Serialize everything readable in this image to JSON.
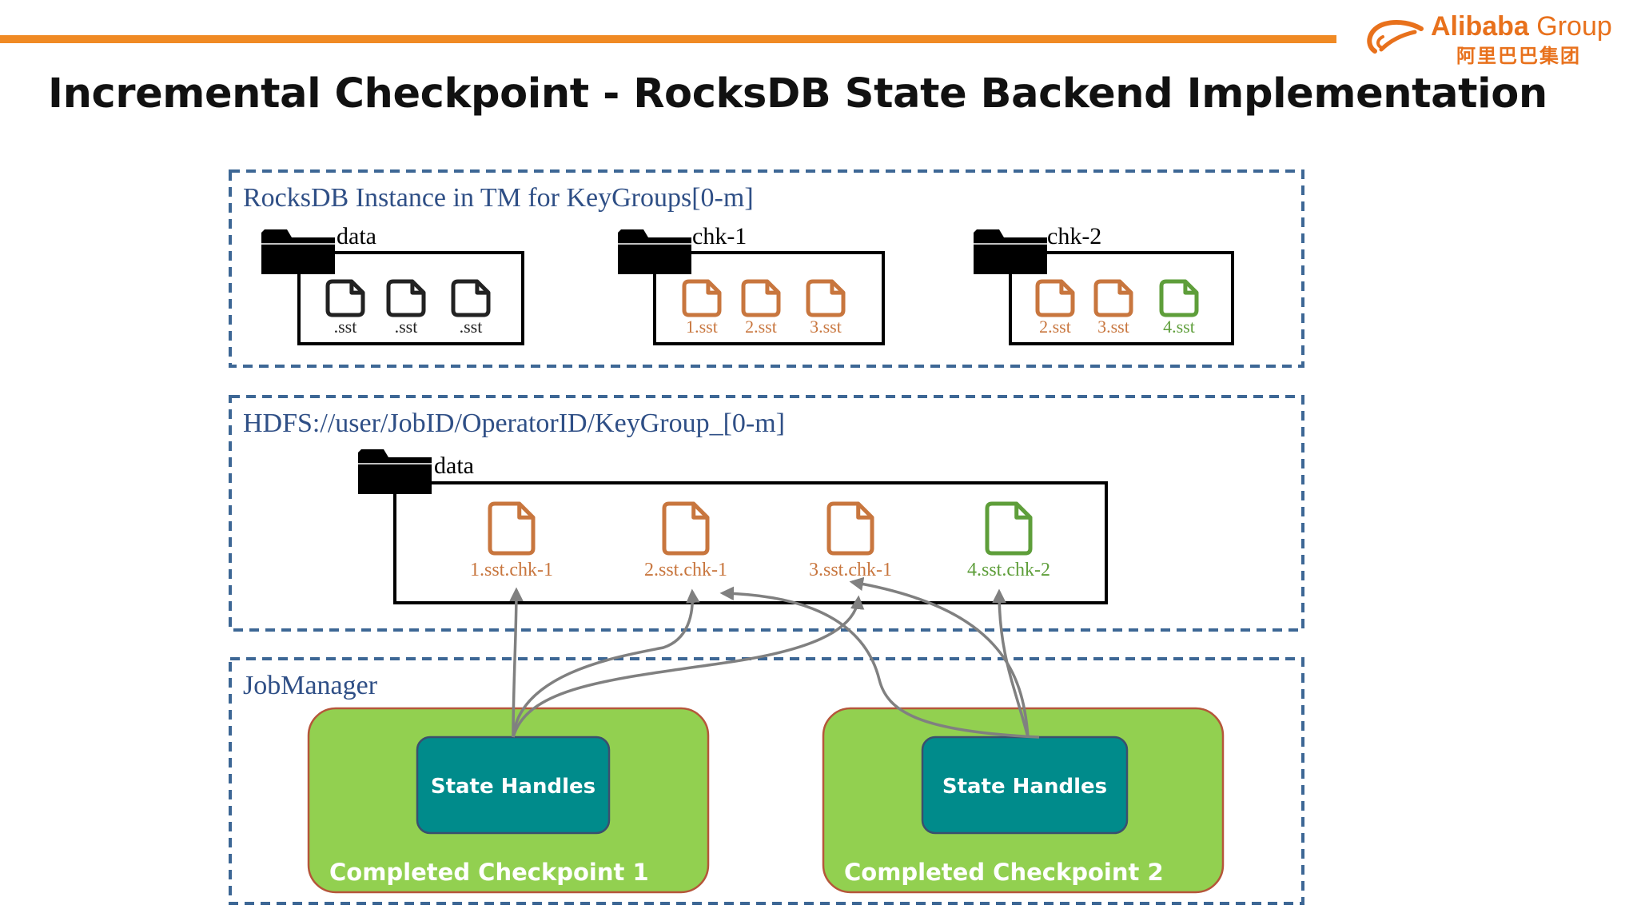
{
  "title": "Incremental Checkpoint - RocksDB State Backend Implementation",
  "logo": {
    "brand": "Alibaba",
    "group": "Group",
    "chinese": "阿里巴巴集团"
  },
  "rocksdb_panel": {
    "label": "RocksDB Instance in TM for KeyGroups[0-m]",
    "folders": [
      {
        "name": "data",
        "files": [
          {
            "label": ".sst",
            "color": "#222222"
          },
          {
            "label": ".sst",
            "color": "#222222"
          },
          {
            "label": ".sst",
            "color": "#222222"
          }
        ]
      },
      {
        "name": "chk-1",
        "files": [
          {
            "label": "1.sst",
            "color": "#c8763e"
          },
          {
            "label": "2.sst",
            "color": "#c8763e"
          },
          {
            "label": "3.sst",
            "color": "#c8763e"
          }
        ]
      },
      {
        "name": "chk-2",
        "files": [
          {
            "label": "2.sst",
            "color": "#c8763e"
          },
          {
            "label": "3.sst",
            "color": "#c8763e"
          },
          {
            "label": "4.sst",
            "color": "#5e9e3a"
          }
        ]
      }
    ]
  },
  "hdfs_panel": {
    "label": "HDFS://user/JobID/OperatorID/KeyGroup_[0-m]",
    "folder": {
      "name": "data",
      "files": [
        {
          "label": "1.sst.chk-1",
          "color": "#c8763e"
        },
        {
          "label": "2.sst.chk-1",
          "color": "#c8763e"
        },
        {
          "label": "3.sst.chk-1",
          "color": "#c8763e"
        },
        {
          "label": "4.sst.chk-2",
          "color": "#5e9e3a"
        }
      ]
    }
  },
  "jobmanager_panel": {
    "label": "JobManager",
    "checkpoints": [
      {
        "label": "Completed Checkpoint 1",
        "handles": "State Handles"
      },
      {
        "label": "Completed Checkpoint 2",
        "handles": "State Handles"
      }
    ]
  },
  "colors": {
    "accent_orange": "#f08a24",
    "panel_border": "#3d6795",
    "panel_label": "#2f4f86",
    "checkpoint_fill": "#92d050",
    "checkpoint_border": "#b5563a",
    "handles_fill": "#008b8b",
    "arrow": "#808080"
  }
}
